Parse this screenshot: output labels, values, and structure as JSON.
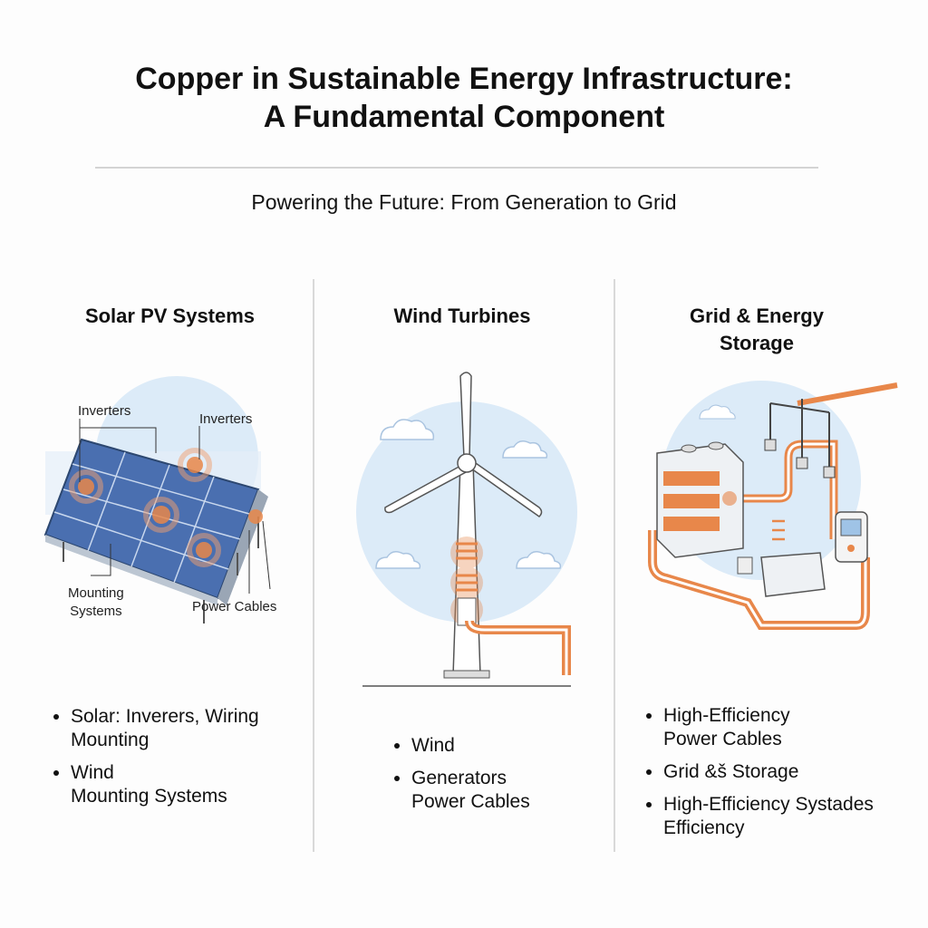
{
  "title_line1": "Copper in Sustainable Energy Infrastructure:",
  "title_line2": "A Fundamental Component",
  "subtitle": "Powering the Future: From Generation to Grid",
  "columns": [
    {
      "heading": "Solar PV Systems",
      "labels": {
        "inverters_left": "Inverters",
        "inverters_right": "Inverters",
        "mounting_1": "Mounting",
        "mounting_2": "Systems",
        "power_cables": "Power Cables"
      },
      "bullets": [
        {
          "line1": "Solar: Inverers, Wiring",
          "line2": "Mounting"
        },
        {
          "line1": "Wind",
          "line2": "Mounting Systems"
        }
      ]
    },
    {
      "heading": "Wind Turbines",
      "bullets": [
        {
          "line1": "Wind"
        },
        {
          "line1": "Generators",
          "line2": "Power Cables"
        }
      ]
    },
    {
      "heading_line1": "Grid & Energy",
      "heading_line2": "Storage",
      "bullets": [
        {
          "line1": "High-Efficiency",
          "line2": "Power Cables"
        },
        {
          "line1": "Grid &š Storage"
        },
        {
          "line1": "High-Efficiency Systades",
          "line2": "Efficiency"
        }
      ]
    }
  ],
  "colors": {
    "copper": "#e8874a",
    "sky": "#dcebf8",
    "panel": "#4a6fb0"
  }
}
